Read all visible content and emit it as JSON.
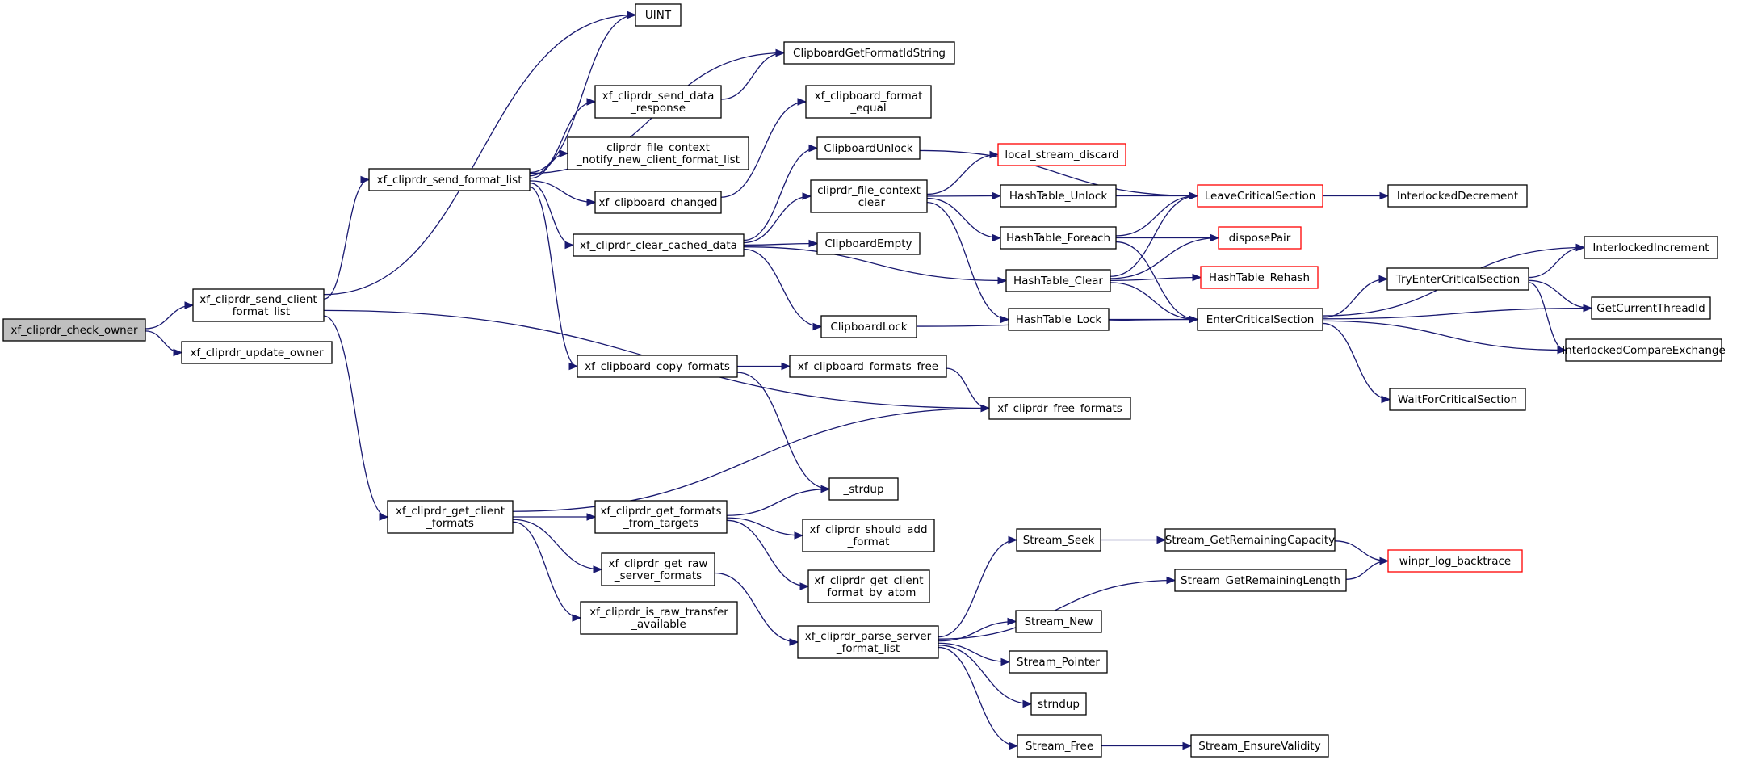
{
  "diagram": {
    "nodes": [
      {
        "id": "check_owner",
        "lines": [
          "xf_cliprdr_check_owner"
        ],
        "root": true
      },
      {
        "id": "send_client_format_list",
        "lines": [
          "xf_cliprdr_send_client",
          "_format_list"
        ]
      },
      {
        "id": "update_owner",
        "lines": [
          "xf_cliprdr_update_owner"
        ]
      },
      {
        "id": "send_format_list",
        "lines": [
          "xf_cliprdr_send_format_list"
        ]
      },
      {
        "id": "uint",
        "lines": [
          "UINT"
        ]
      },
      {
        "id": "cb_get_format_id_string",
        "lines": [
          "ClipboardGetFormatIdString"
        ]
      },
      {
        "id": "send_data_response",
        "lines": [
          "xf_cliprdr_send_data",
          "_response"
        ]
      },
      {
        "id": "cb_format_equal",
        "lines": [
          "xf_clipboard_format",
          "_equal"
        ]
      },
      {
        "id": "file_ctx_notify",
        "lines": [
          "cliprdr_file_context",
          "_notify_new_client_format_list"
        ]
      },
      {
        "id": "cb_changed",
        "lines": [
          "xf_clipboard_changed"
        ]
      },
      {
        "id": "clear_cached_data",
        "lines": [
          "xf_cliprdr_clear_cached_data"
        ]
      },
      {
        "id": "cb_unlock",
        "lines": [
          "ClipboardUnlock"
        ]
      },
      {
        "id": "file_ctx_clear",
        "lines": [
          "cliprdr_file_context",
          "_clear"
        ]
      },
      {
        "id": "cb_empty",
        "lines": [
          "ClipboardEmpty"
        ]
      },
      {
        "id": "cb_lock",
        "lines": [
          "ClipboardLock"
        ]
      },
      {
        "id": "local_stream_discard",
        "lines": [
          "local_stream_discard"
        ],
        "truncated": true
      },
      {
        "id": "ht_unlock",
        "lines": [
          "HashTable_Unlock"
        ]
      },
      {
        "id": "ht_foreach",
        "lines": [
          "HashTable_Foreach"
        ]
      },
      {
        "id": "ht_clear",
        "lines": [
          "HashTable_Clear"
        ]
      },
      {
        "id": "ht_lock",
        "lines": [
          "HashTable_Lock"
        ]
      },
      {
        "id": "leave_cs",
        "lines": [
          "LeaveCriticalSection"
        ],
        "truncated": true
      },
      {
        "id": "dispose_pair",
        "lines": [
          "disposePair"
        ],
        "truncated": true
      },
      {
        "id": "ht_rehash",
        "lines": [
          "HashTable_Rehash"
        ],
        "truncated": true
      },
      {
        "id": "enter_cs",
        "lines": [
          "EnterCriticalSection"
        ]
      },
      {
        "id": "interlocked_dec",
        "lines": [
          "InterlockedDecrement"
        ]
      },
      {
        "id": "try_enter_cs",
        "lines": [
          "TryEnterCriticalSection"
        ]
      },
      {
        "id": "interlocked_inc",
        "lines": [
          "InterlockedIncrement"
        ]
      },
      {
        "id": "get_current_thread_id",
        "lines": [
          "GetCurrentThreadId"
        ]
      },
      {
        "id": "interlocked_cmpxchg",
        "lines": [
          "InterlockedCompareExchange"
        ]
      },
      {
        "id": "wait_for_cs",
        "lines": [
          "WaitForCriticalSection"
        ]
      },
      {
        "id": "cb_copy_formats",
        "lines": [
          "xf_clipboard_copy_formats"
        ]
      },
      {
        "id": "cb_formats_free",
        "lines": [
          "xf_clipboard_formats_free"
        ]
      },
      {
        "id": "free_formats",
        "lines": [
          "xf_cliprdr_free_formats"
        ]
      },
      {
        "id": "strdup",
        "lines": [
          "_strdup"
        ]
      },
      {
        "id": "get_client_formats",
        "lines": [
          "xf_cliprdr_get_client",
          "_formats"
        ]
      },
      {
        "id": "get_formats_from_targets",
        "lines": [
          "xf_cliprdr_get_formats",
          "_from_targets"
        ]
      },
      {
        "id": "should_add_format",
        "lines": [
          "xf_cliprdr_should_add",
          "_format"
        ]
      },
      {
        "id": "get_client_format_by_atom",
        "lines": [
          "xf_cliprdr_get_client",
          "_format_by_atom"
        ]
      },
      {
        "id": "get_raw_server_formats",
        "lines": [
          "xf_cliprdr_get_raw",
          "_server_formats"
        ]
      },
      {
        "id": "is_raw_transfer_available",
        "lines": [
          "xf_cliprdr_is_raw_transfer",
          "_available"
        ]
      },
      {
        "id": "parse_server_format_list",
        "lines": [
          "xf_cliprdr_parse_server",
          "_format_list"
        ]
      },
      {
        "id": "stream_seek",
        "lines": [
          "Stream_Seek"
        ]
      },
      {
        "id": "stream_get_remaining_capacity",
        "lines": [
          "Stream_GetRemainingCapacity"
        ]
      },
      {
        "id": "stream_get_remaining_length",
        "lines": [
          "Stream_GetRemainingLength"
        ]
      },
      {
        "id": "winpr_log_backtrace",
        "lines": [
          "winpr_log_backtrace"
        ],
        "truncated": true
      },
      {
        "id": "stream_new",
        "lines": [
          "Stream_New"
        ]
      },
      {
        "id": "stream_pointer",
        "lines": [
          "Stream_Pointer"
        ]
      },
      {
        "id": "strndup",
        "lines": [
          "strndup"
        ]
      },
      {
        "id": "stream_free",
        "lines": [
          "Stream_Free"
        ]
      },
      {
        "id": "stream_ensure_validity",
        "lines": [
          "Stream_EnsureValidity"
        ]
      }
    ],
    "edges": [
      [
        "check_owner",
        "send_client_format_list"
      ],
      [
        "check_owner",
        "update_owner"
      ],
      [
        "send_client_format_list",
        "uint"
      ],
      [
        "send_client_format_list",
        "send_format_list"
      ],
      [
        "send_client_format_list",
        "free_formats"
      ],
      [
        "send_client_format_list",
        "get_client_formats"
      ],
      [
        "send_format_list",
        "uint"
      ],
      [
        "send_format_list",
        "cb_get_format_id_string"
      ],
      [
        "send_format_list",
        "send_data_response"
      ],
      [
        "send_format_list",
        "file_ctx_notify"
      ],
      [
        "send_format_list",
        "cb_changed"
      ],
      [
        "send_format_list",
        "clear_cached_data"
      ],
      [
        "send_format_list",
        "cb_copy_formats"
      ],
      [
        "send_data_response",
        "cb_get_format_id_string"
      ],
      [
        "cb_changed",
        "cb_format_equal"
      ],
      [
        "clear_cached_data",
        "cb_unlock"
      ],
      [
        "clear_cached_data",
        "file_ctx_clear"
      ],
      [
        "clear_cached_data",
        "cb_empty"
      ],
      [
        "clear_cached_data",
        "ht_clear"
      ],
      [
        "clear_cached_data",
        "cb_lock"
      ],
      [
        "cb_unlock",
        "leave_cs"
      ],
      [
        "cb_lock",
        "enter_cs"
      ],
      [
        "file_ctx_clear",
        "local_stream_discard"
      ],
      [
        "file_ctx_clear",
        "ht_unlock"
      ],
      [
        "file_ctx_clear",
        "ht_foreach"
      ],
      [
        "file_ctx_clear",
        "ht_lock"
      ],
      [
        "ht_unlock",
        "leave_cs"
      ],
      [
        "ht_foreach",
        "leave_cs"
      ],
      [
        "ht_foreach",
        "dispose_pair"
      ],
      [
        "ht_foreach",
        "enter_cs"
      ],
      [
        "ht_clear",
        "leave_cs"
      ],
      [
        "ht_clear",
        "dispose_pair"
      ],
      [
        "ht_clear",
        "ht_rehash"
      ],
      [
        "ht_clear",
        "enter_cs"
      ],
      [
        "ht_lock",
        "enter_cs"
      ],
      [
        "leave_cs",
        "interlocked_dec"
      ],
      [
        "enter_cs",
        "try_enter_cs"
      ],
      [
        "enter_cs",
        "interlocked_inc"
      ],
      [
        "enter_cs",
        "get_current_thread_id"
      ],
      [
        "enter_cs",
        "interlocked_cmpxchg"
      ],
      [
        "enter_cs",
        "wait_for_cs"
      ],
      [
        "try_enter_cs",
        "interlocked_inc"
      ],
      [
        "try_enter_cs",
        "get_current_thread_id"
      ],
      [
        "try_enter_cs",
        "interlocked_cmpxchg"
      ],
      [
        "cb_copy_formats",
        "cb_formats_free"
      ],
      [
        "cb_copy_formats",
        "strdup"
      ],
      [
        "cb_formats_free",
        "free_formats"
      ],
      [
        "get_client_formats",
        "free_formats"
      ],
      [
        "get_client_formats",
        "get_formats_from_targets"
      ],
      [
        "get_client_formats",
        "get_raw_server_formats"
      ],
      [
        "get_client_formats",
        "is_raw_transfer_available"
      ],
      [
        "get_formats_from_targets",
        "strdup"
      ],
      [
        "get_formats_from_targets",
        "should_add_format"
      ],
      [
        "get_formats_from_targets",
        "get_client_format_by_atom"
      ],
      [
        "get_raw_server_formats",
        "parse_server_format_list"
      ],
      [
        "parse_server_format_list",
        "stream_seek"
      ],
      [
        "parse_server_format_list",
        "stream_get_remaining_length"
      ],
      [
        "parse_server_format_list",
        "stream_new"
      ],
      [
        "parse_server_format_list",
        "stream_pointer"
      ],
      [
        "parse_server_format_list",
        "strndup"
      ],
      [
        "parse_server_format_list",
        "stream_free"
      ],
      [
        "stream_seek",
        "stream_get_remaining_capacity"
      ],
      [
        "stream_get_remaining_capacity",
        "winpr_log_backtrace"
      ],
      [
        "stream_get_remaining_length",
        "winpr_log_backtrace"
      ],
      [
        "stream_free",
        "stream_ensure_validity"
      ]
    ]
  }
}
